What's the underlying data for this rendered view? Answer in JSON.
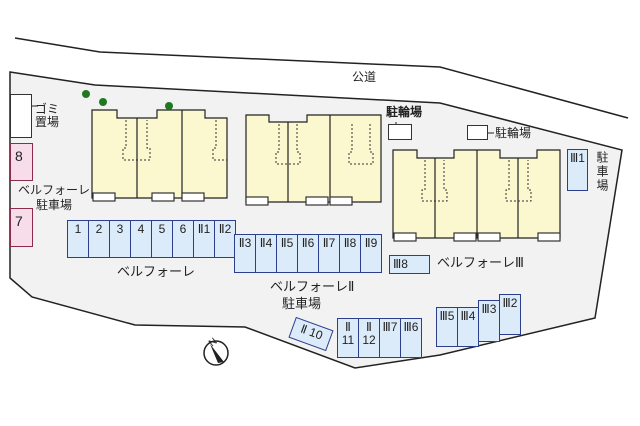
{
  "road_label": "公道",
  "garbage_label": "ゴミ置場",
  "bicycle_parking_label": "駐輪場",
  "buildings": [
    {
      "name": "ベルフォーレ"
    },
    {
      "name": "ベルフォーレⅡ"
    },
    {
      "name": "ベルフォーレⅢ"
    }
  ],
  "parking_labels": {
    "belfore": "ベルフォーレ",
    "belfore_parking": "駐車場",
    "belfore2": "ベルフォーレⅡ",
    "belfore2_parking": "駐車場",
    "belfore3_parking": "駐車場"
  },
  "row1": [
    "1",
    "2",
    "3",
    "4",
    "5",
    "6",
    "Ⅱ1",
    "Ⅱ2"
  ],
  "row2": [
    "Ⅱ3",
    "Ⅱ4",
    "Ⅱ5",
    "Ⅱ6",
    "Ⅱ7",
    "Ⅱ8",
    "Ⅱ9"
  ],
  "bottom_row": [
    "Ⅱ 11",
    "Ⅱ 12",
    "Ⅲ7",
    "Ⅲ6"
  ],
  "right_row": [
    "Ⅲ5",
    "Ⅲ4",
    "Ⅲ3",
    "Ⅲ2"
  ],
  "space_III8": "Ⅲ8",
  "space_III1": "Ⅲ1",
  "space_II10": "Ⅱ 10",
  "space_8": "8",
  "space_7": "7",
  "compass_label": "N",
  "colors": {
    "building": "#fbf7cf",
    "parking": "#dcebfa",
    "parking_border": "#2c3f8c",
    "pink_parking": "#f7dcea",
    "tree": "#1f7a1f",
    "site": "#f2f2f2"
  }
}
